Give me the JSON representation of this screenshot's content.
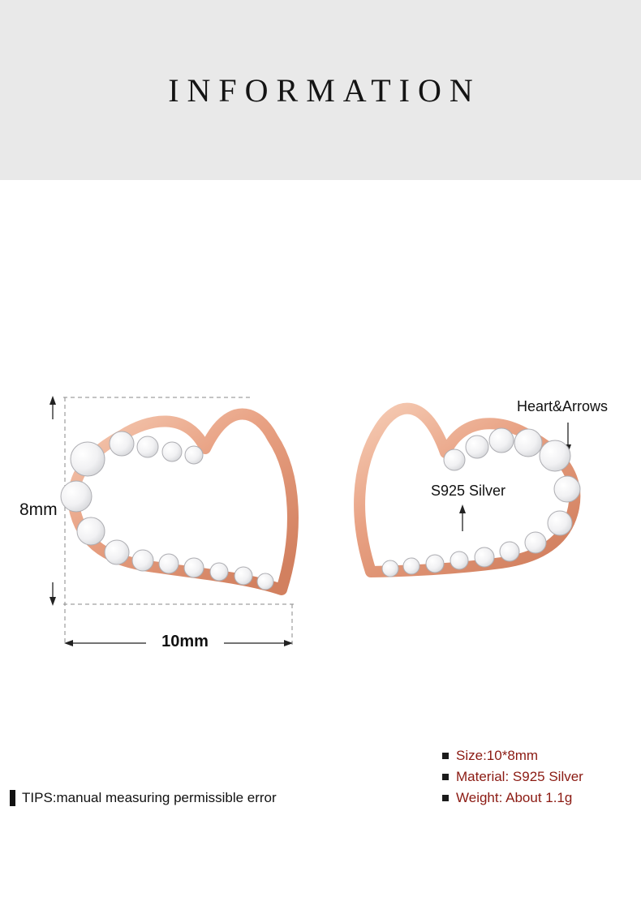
{
  "banner": {
    "title": "INFORMATION"
  },
  "diagram": {
    "height_label": "8mm",
    "width_label": "10mm",
    "cut_callout": "Heart&Arrows",
    "material_callout": "S925 Silver"
  },
  "tips": {
    "text": "TIPS:manual measuring permissible error"
  },
  "specs": {
    "items": [
      "Size:10*8mm",
      "Material: S925 Silver",
      "Weight: About 1.1g"
    ]
  },
  "colors": {
    "banner_bg": "#e9e9e9",
    "rose_gold": "#e0926f",
    "crystal": "#e9eaec",
    "spec_text": "#8b1a12",
    "dash_line": "#8a8a8a",
    "arrow_line": "#222222"
  }
}
